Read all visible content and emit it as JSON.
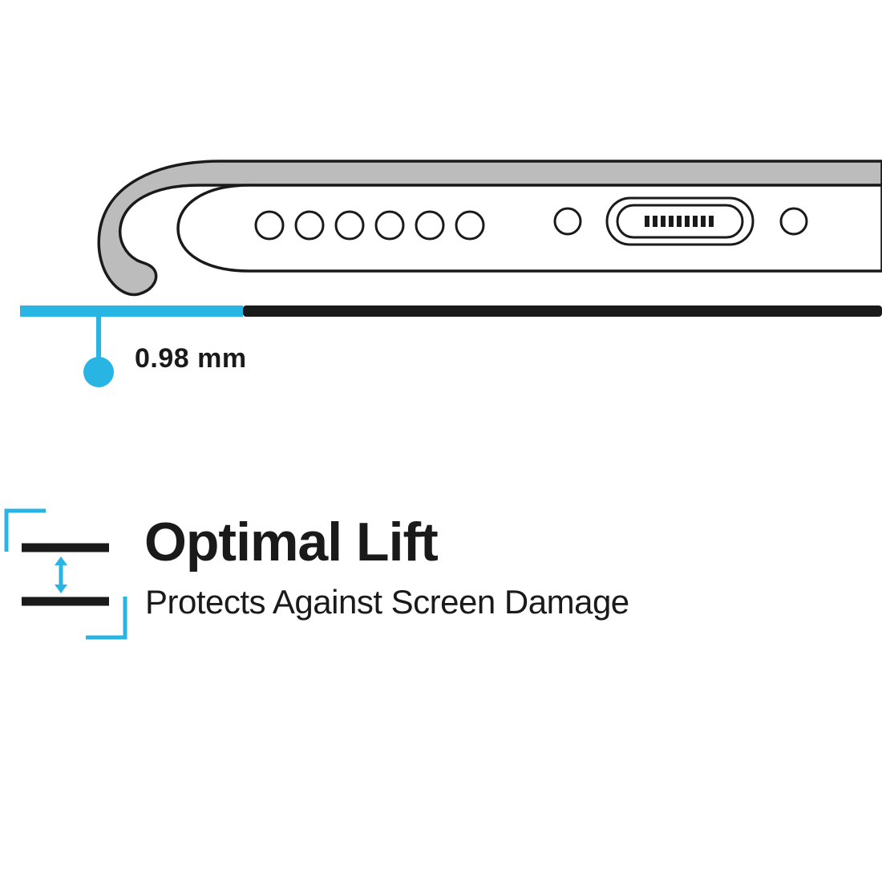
{
  "illustration": {
    "name": "phone-case-bottom-edge-side-view",
    "measurement_label": "0.98 mm",
    "speaker_hole_count": 6,
    "parts": [
      "case-outer-shell",
      "phone-body",
      "speaker-holes",
      "charging-port",
      "connector-pins",
      "screw-hole-left",
      "screw-hole-right",
      "lift-gap-indicator-line",
      "screen-edge-baseline",
      "measurement-pointer"
    ]
  },
  "feature": {
    "title": "Optimal Lift",
    "subtitle": "Protects Against Screen Damage"
  },
  "icons": [
    "bracket-top-left-icon",
    "bracket-bottom-right-icon",
    "double-arrow-vertical-icon",
    "surface-lines-icon"
  ],
  "colors": {
    "accent": "#29b5e4",
    "ink": "#1a1a1a",
    "case_gray": "#bcbcbc",
    "white": "#ffffff"
  }
}
